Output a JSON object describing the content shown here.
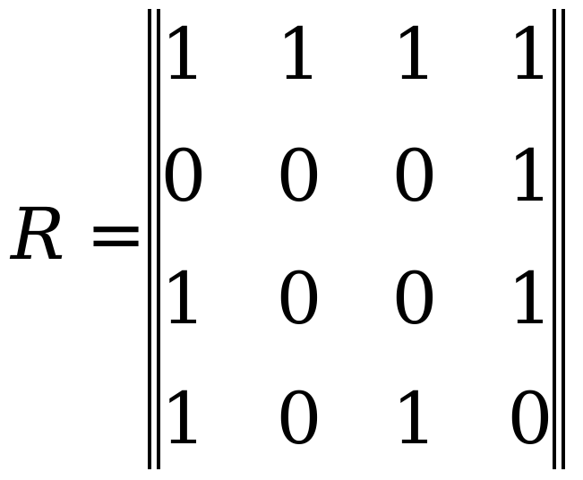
{
  "equation": {
    "lhs": "R",
    "operator": "=",
    "matrix_rows": [
      [
        "1",
        "1",
        "1",
        "1"
      ],
      [
        "0",
        "0",
        "0",
        "1"
      ],
      [
        "1",
        "0",
        "0",
        "1"
      ],
      [
        "1",
        "0",
        "1",
        "0"
      ]
    ]
  }
}
